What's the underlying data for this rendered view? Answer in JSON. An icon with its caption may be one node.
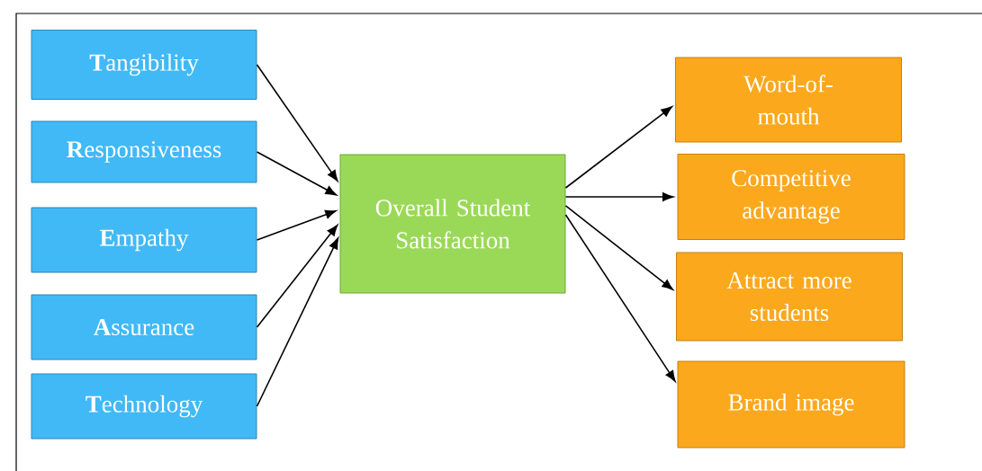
{
  "diagram": {
    "nodes": [
      {
        "text": [
          "**T**angibility"
        ]
      },
      {
        "text": [
          "**R**esponsiveness"
        ]
      },
      {
        "text": [
          "**E**mpathy"
        ]
      },
      {
        "text": [
          "**A**ssurance"
        ]
      },
      {
        "text": [
          "**T**echnology"
        ]
      },
      {
        "text": [
          "Overall Student Satisfaction"
        ]
      },
      {
        "text": [
          "Word-of-mouth"
        ]
      },
      {
        "text": [
          "Competitive advantage"
        ]
      },
      {
        "text": [
          "Attract more students"
        ]
      },
      {
        "text": [
          "Brand image"
        ]
      }
    ],
    "edges": [
      {
        "from": 0,
        "to": 5,
        "arrow": "to"
      },
      {
        "from": 1,
        "to": 5,
        "arrow": "to"
      },
      {
        "from": 2,
        "to": 5,
        "arrow": "to"
      },
      {
        "from": 3,
        "to": 5,
        "arrow": "to"
      },
      {
        "from": 4,
        "to": 5,
        "arrow": "to"
      },
      {
        "from": 5,
        "to": 6,
        "arrow": "to"
      },
      {
        "from": 5,
        "to": 7,
        "arrow": "to"
      },
      {
        "from": 5,
        "to": 8,
        "arrow": "to"
      },
      {
        "from": 5,
        "to": 9,
        "arrow": "to"
      }
    ]
  }
}
